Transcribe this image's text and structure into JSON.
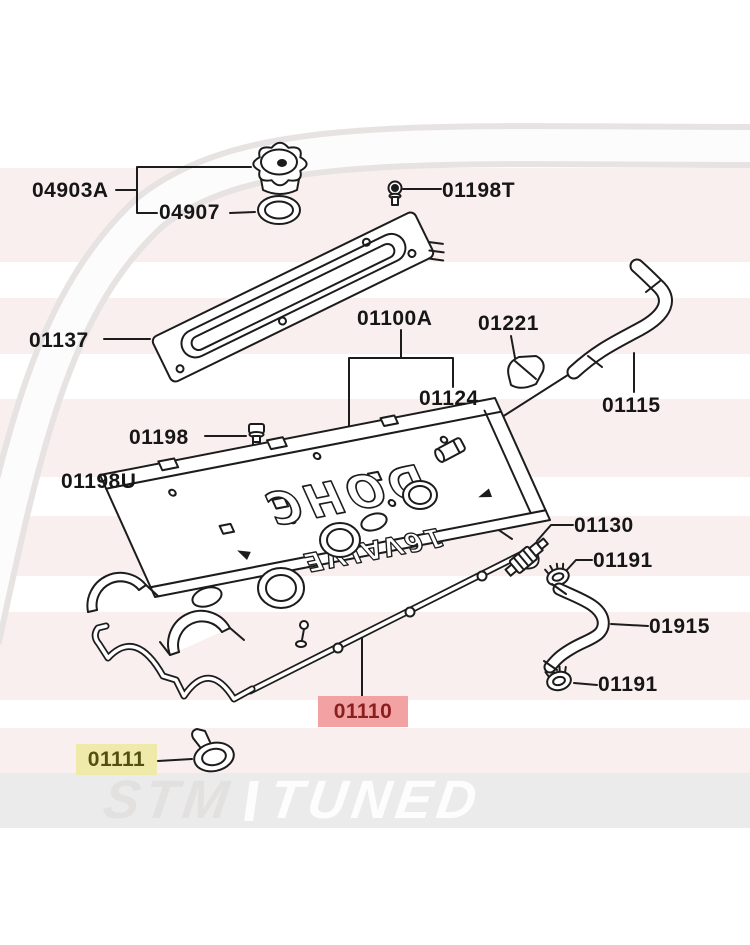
{
  "diagram": {
    "title_hint": "valve cover exploded parts diagram",
    "labels": [
      {
        "id": "04903A",
        "text": "04903A",
        "highlight": "none"
      },
      {
        "id": "04907",
        "text": "04907",
        "highlight": "none"
      },
      {
        "id": "01198T",
        "text": "01198T",
        "highlight": "none"
      },
      {
        "id": "01137",
        "text": "01137",
        "highlight": "none"
      },
      {
        "id": "01100A",
        "text": "01100A",
        "highlight": "none"
      },
      {
        "id": "01221",
        "text": "01221",
        "highlight": "none"
      },
      {
        "id": "01124",
        "text": "01124",
        "highlight": "none"
      },
      {
        "id": "01115",
        "text": "01115",
        "highlight": "none"
      },
      {
        "id": "01198",
        "text": "01198",
        "highlight": "none"
      },
      {
        "id": "01198U",
        "text": "01198U",
        "highlight": "none"
      },
      {
        "id": "01130",
        "text": "01130",
        "highlight": "none"
      },
      {
        "id": "01191-upper",
        "text": "01191",
        "highlight": "none"
      },
      {
        "id": "01915",
        "text": "01915",
        "highlight": "none"
      },
      {
        "id": "01191-lower",
        "text": "01191",
        "highlight": "none"
      },
      {
        "id": "01110",
        "text": "01110",
        "highlight": "red"
      },
      {
        "id": "01111",
        "text": "01111",
        "highlight": "yellow"
      }
    ],
    "embossed": {
      "dohc": "DOHC",
      "valve": "16VALVE"
    }
  },
  "watermark": {
    "left": "STM",
    "right": "TUNED"
  },
  "colors": {
    "line": "#1c1c1c",
    "highlight_red_bg": "#f2a2a2",
    "highlight_red_text": "#8b1e1e",
    "highlight_yellow_bg": "#efeaa9",
    "highlight_yellow_text": "#514f12",
    "band_pink": "#f9efee",
    "footer_gray": "#ebebeb",
    "watermark_white": "#ffffff",
    "swoosh_gray": "#e7e3e2"
  }
}
